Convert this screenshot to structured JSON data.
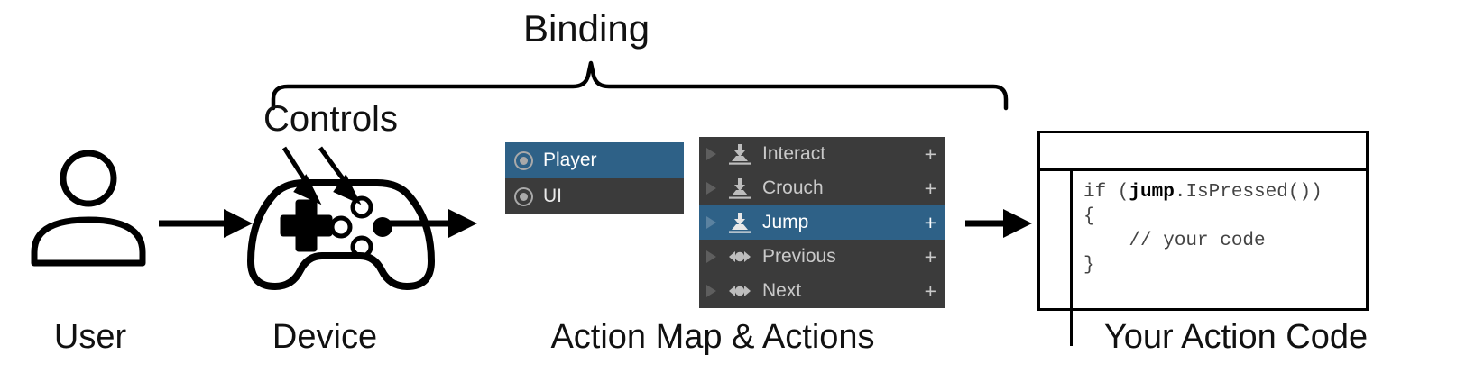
{
  "diagram": {
    "title_annotation": "Binding",
    "controls_annotation": "Controls",
    "captions": {
      "user": "User",
      "device": "Device",
      "action_map": "Action Map & Actions",
      "code": "Your Action Code"
    },
    "icons": {
      "user": "user-person-icon",
      "device": "gamepad-controller-icon",
      "flow_arrow": "right-arrow-icon",
      "brace": "curly-brace-icon"
    }
  },
  "action_map_panel": {
    "rows": [
      {
        "label": "Player",
        "icon": "action-map-icon",
        "selected": true
      },
      {
        "label": "UI",
        "icon": "action-map-icon",
        "selected": false
      }
    ]
  },
  "actions_panel": {
    "add_label": "+",
    "rows": [
      {
        "label": "Interact",
        "icon": "button-action-icon",
        "selected": false,
        "expander": "chevron-right-icon",
        "add": "+"
      },
      {
        "label": "Crouch",
        "icon": "button-action-icon",
        "selected": false,
        "expander": "chevron-right-icon",
        "add": "+"
      },
      {
        "label": "Jump",
        "icon": "button-action-icon",
        "selected": true,
        "expander": "chevron-right-icon",
        "add": "+"
      },
      {
        "label": "Previous",
        "icon": "axis-action-icon",
        "selected": false,
        "expander": "chevron-right-icon",
        "add": "+"
      },
      {
        "label": "Next",
        "icon": "axis-action-icon",
        "selected": false,
        "expander": "chevron-right-icon",
        "add": "+"
      }
    ]
  },
  "code_window": {
    "line1_pre": "if (",
    "line1_bold": "jump",
    "line1_post": ".IsPressed())",
    "line2": "{",
    "line3": "    // your code",
    "line4": "}"
  },
  "colors": {
    "selection_blue": "#2e6187",
    "panel_dark": "#3b3b3b",
    "text_light": "#c9c9c9",
    "ink": "#000000",
    "background": "#ffffff"
  }
}
